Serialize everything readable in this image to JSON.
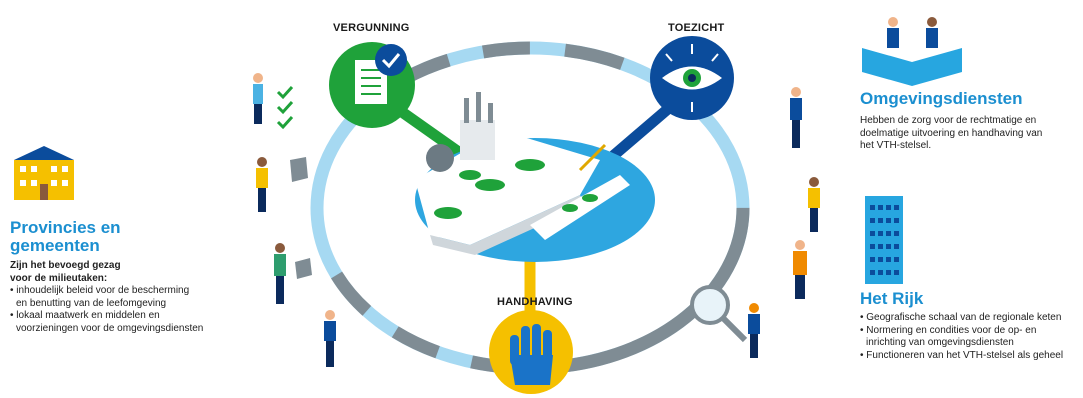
{
  "labels": {
    "vergunning": "VERGUNNING",
    "toezicht": "TOEZICHT",
    "handhaving": "HANDHAVING"
  },
  "left": {
    "title_line1": "Provincies en",
    "title_line2": "gemeenten",
    "intro_line1": "Zijn het bevoegd gezag",
    "intro_line2": "voor de milieutaken:",
    "bullet1_line1": "inhoudelijk beleid voor de bescherming",
    "bullet1_line2": "en benutting van de leefomgeving",
    "bullet2_line1": "lokaal maatwerk en middelen en",
    "bullet2_line2": "voorzieningen voor de omgevingsdiensten"
  },
  "right_top": {
    "title": "Omgevingsdiensten",
    "line1": "Hebben de zorg voor de rechtmatige en",
    "line2": "doelmatige uitvoering en handhaving van",
    "line3": "het VTH-stelsel."
  },
  "right_bottom": {
    "title": "Het Rijk",
    "bullet1": "Geografische schaal van de regionale keten",
    "bullet2_line1": "Normering en condities voor de op- en",
    "bullet2_line2": "inrichting van omgevingsdiensten",
    "bullet3": "Functioneren van het VTH-stelsel als geheel"
  },
  "colors": {
    "accent_blue": "#1b8fd0",
    "ring_light": "#a6d9f2",
    "ring_grey": "#7f8c94",
    "green": "#1fa23a",
    "navy": "#0b4c9c",
    "yellow": "#f5c000",
    "water": "#2ea6e0"
  },
  "icons": {
    "vergunning": "document-check-icon",
    "toezicht": "eye-icon",
    "handhaving": "hand-stop-icon",
    "provincies": "town-hall-icon",
    "omgevingsdiensten": "team-desk-icon",
    "rijk": "office-building-icon",
    "inspection": "magnifier-icon"
  }
}
